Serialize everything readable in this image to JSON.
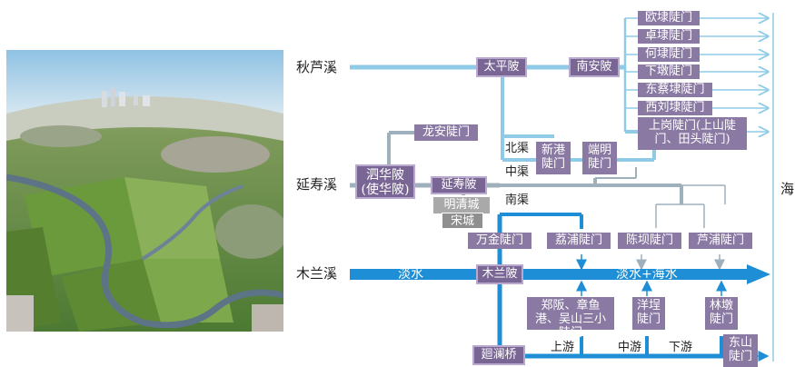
{
  "rivers": {
    "qiulu": "秋芦溪",
    "yanshou": "延寿溪",
    "mulan": "木兰溪"
  },
  "sea": "海",
  "canals": {
    "north": "北渠",
    "middle": "中渠",
    "south": "南渠"
  },
  "water": {
    "fresh": "淡水",
    "mixed": "淡水+海水"
  },
  "reaches": {
    "upper": "上游",
    "middle": "中游",
    "lower": "下游"
  },
  "nodes": {
    "taiping": "太平陂",
    "nanan": "南安陂",
    "sihua": "泗华陂(使华陂)",
    "yanshou": "延寿陂",
    "longan": "龙安陡门",
    "xingang": "新港陡门",
    "duanming": "端明陡门",
    "mingqing": "明清城",
    "song": "宋城",
    "wanjin": "万金陡门",
    "lipu": "荔浦陡门",
    "chenba": "陈坝陡门",
    "lupu": "芦浦陡门",
    "mulan": "木兰陂",
    "zhengban": "郑阪、章鱼港、吴山三小陡门",
    "yangcheng": "洋埕陡门",
    "lindun": "林墩陡门",
    "huilan": "廻澜桥",
    "dongshan": "东山陡门"
  },
  "sluices_north": [
    "欧埭陡门",
    "卓埭陡门",
    "何埭陡门",
    "下墩陡门",
    "东蔡埭陡门",
    "西刘埭陡门",
    "上岗陡门(上山陡门、田头陡门)"
  ],
  "colors": {
    "light_blue": "#8fcbe6",
    "blue": "#1e8fd6",
    "gray_line": "#9fb0bd",
    "purple": "#8a7aa3"
  }
}
